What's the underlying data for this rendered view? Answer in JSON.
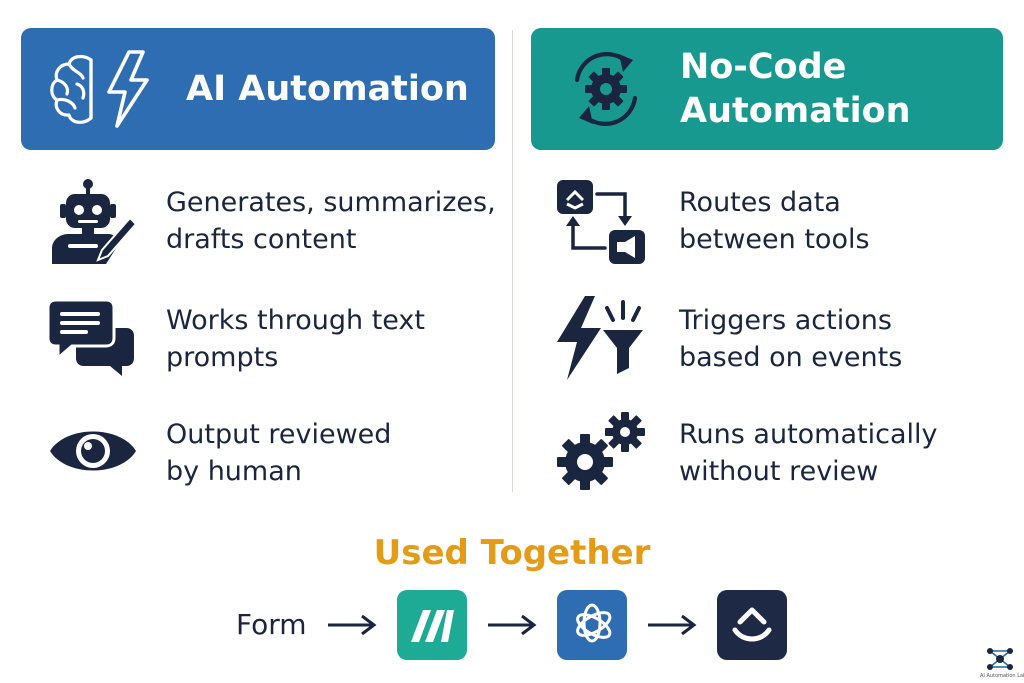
{
  "left": {
    "title": "AI Automation",
    "color": "#2f6db3",
    "header_icon": "brain-lightning-icon",
    "features": [
      {
        "icon": "robot-writing-icon",
        "text": "Generates, summarizes,\ndrafts content"
      },
      {
        "icon": "chat-bubbles-icon",
        "text": "Works through text\nprompts"
      },
      {
        "icon": "eye-icon",
        "text": "Output reviewed\nby human"
      }
    ]
  },
  "right": {
    "title": "No-Code\nAutomation",
    "color": "#17998f",
    "header_icon": "gear-cycle-icon",
    "features": [
      {
        "icon": "data-routing-icon",
        "text": "Routes data\nbetween tools"
      },
      {
        "icon": "lightning-filter-icon",
        "text": "Triggers actions\nbased on events"
      },
      {
        "icon": "gears-icon",
        "text": "Runs automatically\nwithout review"
      }
    ]
  },
  "together": {
    "title": "Used Together",
    "title_color": "#e49b15",
    "flow": {
      "start_label": "Form",
      "apps": [
        {
          "icon": "make-logo-icon",
          "color": "#1dab95"
        },
        {
          "icon": "openai-logo-icon",
          "color": "#2f6db3"
        },
        {
          "icon": "clickup-logo-icon",
          "color": "#1e2a45"
        }
      ]
    }
  },
  "watermark": {
    "text": "AI Automation Lab",
    "icon": "network-logo-icon"
  }
}
